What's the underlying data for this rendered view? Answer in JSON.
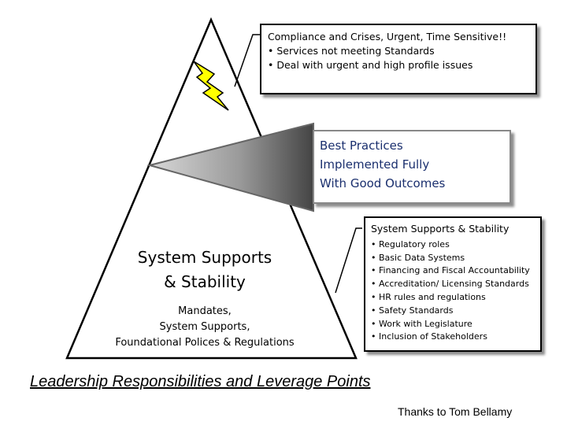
{
  "top_box": {
    "title": "Compliance and Crises, Urgent, Time Sensitive!!",
    "bullets": [
      "Services not meeting Standards",
      "Deal with urgent and high profile issues"
    ]
  },
  "best_practices": {
    "lines": [
      "Best Practices",
      "Implemented Fully",
      "With Good Outcomes"
    ]
  },
  "supports_box": {
    "title": "System Supports & Stability",
    "bullets": [
      "Regulatory roles",
      "Basic Data Systems",
      "Financing and Fiscal Accountability",
      "Accreditation/ Licensing Standards",
      "HR rules and regulations",
      "Safety Standards",
      "Work with Legislature",
      "Inclusion of Stakeholders"
    ]
  },
  "pyramid_base": {
    "title_line1": "System Supports",
    "title_line2": "& Stability",
    "sub_line1": "Mandates,",
    "sub_line2": "System Supports,",
    "sub_line3": "Foundational Polices & Regulations"
  },
  "footer": {
    "heading": "Leadership Responsibilities and Leverage Points",
    "credit": "Thanks to Tom Bellamy"
  },
  "colors": {
    "lightning": "#ffff00",
    "best_practices_text": "#1a2f6e",
    "wedge_dark": "#444444",
    "wedge_light": "#d8d8d8"
  },
  "icons": [
    "lightning-bolt-icon"
  ]
}
